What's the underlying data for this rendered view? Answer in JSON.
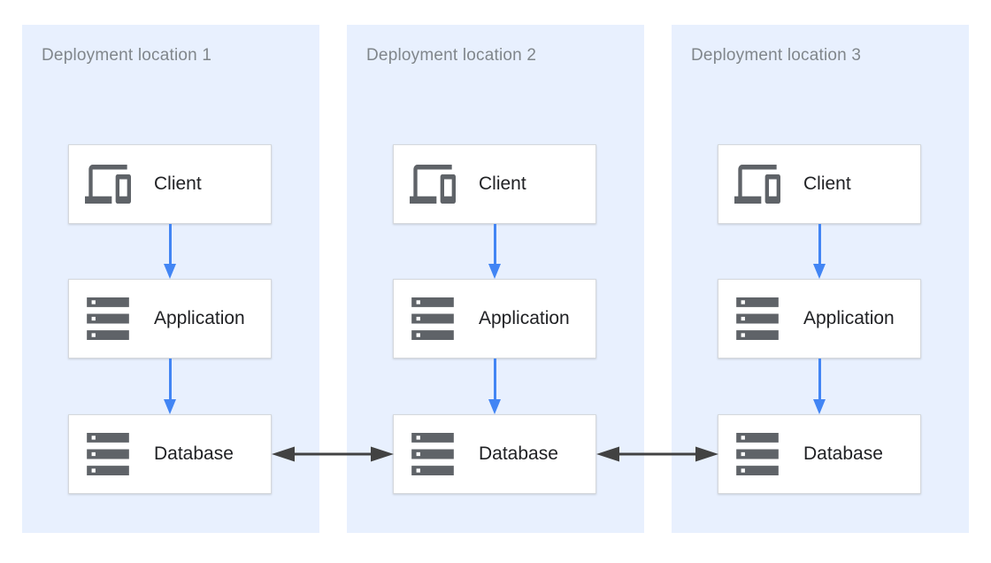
{
  "diagram": {
    "panels": [
      {
        "title": "Deployment location 1",
        "nodes": [
          {
            "label": "Client",
            "icon": "devices-icon"
          },
          {
            "label": "Application",
            "icon": "servers-icon"
          },
          {
            "label": "Database",
            "icon": "servers-icon"
          }
        ]
      },
      {
        "title": "Deployment location 2",
        "nodes": [
          {
            "label": "Client",
            "icon": "devices-icon"
          },
          {
            "label": "Application",
            "icon": "servers-icon"
          },
          {
            "label": "Database",
            "icon": "servers-icon"
          }
        ]
      },
      {
        "title": "Deployment location 3",
        "nodes": [
          {
            "label": "Client",
            "icon": "devices-icon"
          },
          {
            "label": "Application",
            "icon": "servers-icon"
          },
          {
            "label": "Database",
            "icon": "servers-icon"
          }
        ]
      }
    ],
    "connections": {
      "flow_within_panel": "Client to Application to Database",
      "sync_between_panels": [
        "Database 1 to Database 2 (bidirectional)",
        "Database 2 to Database 3 (bidirectional)"
      ]
    },
    "colors": {
      "panel_bg": "#e8f0fe",
      "node_bg": "#ffffff",
      "node_border": "#d5d8dc",
      "icon": "#5f6368",
      "title_text": "#80868b",
      "label_text": "#202124",
      "flow_arrow": "#4285f4",
      "sync_arrow": "#424242"
    }
  }
}
